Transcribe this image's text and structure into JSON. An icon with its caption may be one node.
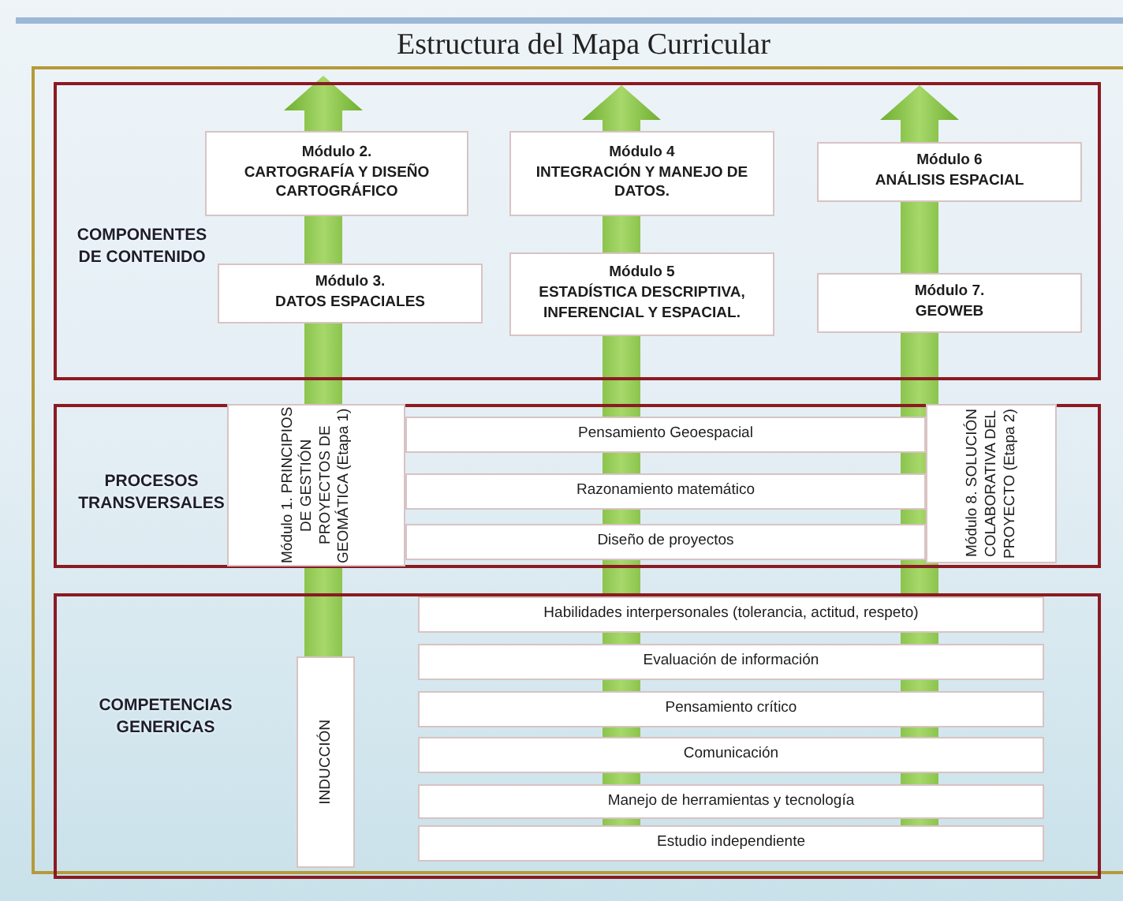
{
  "diagram": {
    "title": "Estructura del Mapa Curricular",
    "nodes": [
      {
        "text": [
          "COMPONENTES DE CONTENIDO"
        ]
      },
      {
        "text": [
          "Módulo 2.",
          "CARTOGRAFÍA Y DISEÑO CARTOGRÁFICO"
        ],
        "in": 0
      },
      {
        "text": [
          "Módulo 4",
          "INTEGRACIÓN Y MANEJO DE DATOS."
        ],
        "in": 0
      },
      {
        "text": [
          "Módulo 6",
          "ANÁLISIS ESPACIAL"
        ],
        "in": 0
      },
      {
        "text": [
          "Módulo 3.",
          "DATOS ESPACIALES"
        ],
        "in": 0
      },
      {
        "text": [
          "Módulo 5",
          "ESTADÍSTICA DESCRIPTIVA, INFERENCIAL Y ESPACIAL."
        ],
        "in": 0
      },
      {
        "text": [
          "Módulo 7.",
          "GEOWEB"
        ],
        "in": 0
      },
      {
        "text": [
          "PROCESOS TRANSVERSALES"
        ]
      },
      {
        "text": [
          "Módulo 1. PRINCIPIOS DE GESTIÓN PROYECTOS DE GEOMÁTICA (Etapa 1)"
        ],
        "in": 7
      },
      {
        "text": [
          "Pensamiento Geoespacial"
        ],
        "in": 7
      },
      {
        "text": [
          "Razonamiento matemático"
        ],
        "in": 7
      },
      {
        "text": [
          "Diseño de proyectos"
        ],
        "in": 7
      },
      {
        "text": [
          "Módulo 8. SOLUCIÓN COLABORATIVA DEL PROYECTO (Etapa 2)"
        ],
        "in": 7
      },
      {
        "text": [
          "COMPETENCIAS GENERICAS"
        ]
      },
      {
        "text": [
          "INDUCCIÓN"
        ],
        "in": 13
      },
      {
        "text": [
          "Habilidades interpersonales (tolerancia, actitud, respeto)"
        ],
        "in": 13
      },
      {
        "text": [
          "Evaluación de información"
        ],
        "in": 13
      },
      {
        "text": [
          "Pensamiento crítico"
        ],
        "in": 13
      },
      {
        "text": [
          "Comunicación"
        ],
        "in": 13
      },
      {
        "text": [
          "Manejo de herramientas y tecnología"
        ],
        "in": 13
      },
      {
        "text": [
          "Estudio independiente"
        ],
        "in": 13
      }
    ],
    "edges": [
      {
        "from": 14,
        "to": null,
        "arrow": "to"
      },
      {
        "from": 20,
        "to": null,
        "arrow": "to"
      },
      {
        "from": 20,
        "to": null,
        "arrow": "to"
      }
    ]
  }
}
